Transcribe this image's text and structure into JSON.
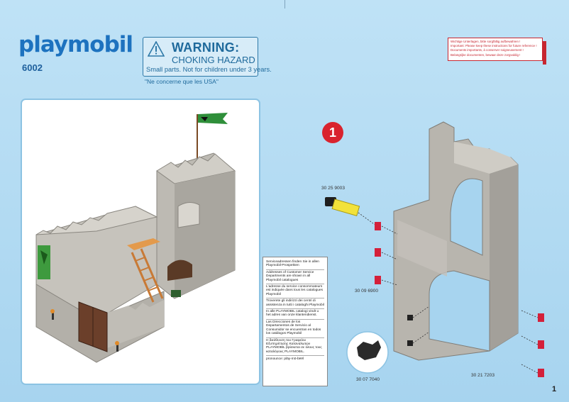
{
  "brand": {
    "logo_text": "playmobil",
    "model_number": "6002",
    "logo_color": "#1d72bf"
  },
  "warning": {
    "title": "WARNING:",
    "subtitle": "CHOKING HAZARD",
    "detail": "Small parts. Not for children under 3 years.",
    "usa_note": "\"Ne concerne que les USA\""
  },
  "notice": {
    "lines": [
      "Wichtige Unterlagen, bitte sorgfältig aufbewahren !",
      "Important: Please keep these instructions for future reference !",
      "Documents importants, à conserver soigneusement !",
      "Belangrijke documenten, bewaar deze zorgvuldig !"
    ]
  },
  "service": {
    "blocks": [
      "Serviceadressen finden Sie in allen Playmobil-Prospekten",
      "Addresses of Customer Service Departments are shown in all Playmobil catalogues",
      "L'adresse du service consommateurs est indiquée dans tous les catalogues Playmobil",
      "Troverete gli indirizzi dei centri di assistenza in tutti i cataloghi Playmobil",
      "In alle PLAYMOBIL catalogi vindt u het adres van onze klantendienst.",
      "Las Direcciones de los Departamentos de Servicio al Consumidor se encuentran en todos los catálogos Playmobil",
      "Η διεύθυνση του Γραφείου Εξυπηρέτησης Καταναλωτών PLAYMOBIL βρίσκεται σε όλους τους καταλόγους PLAYMOBIL."
    ],
    "pronounce": "pronounce: plāy-mō-bēēl"
  },
  "step": {
    "number": "1"
  },
  "parts": {
    "cannon": "30 25 9003",
    "red_peg": "30 09 6900",
    "black_clip": "30 07 7040",
    "wall": "30 21 7203"
  },
  "page_number": "1",
  "colors": {
    "accent_red": "#d9232e",
    "background": "#a7d4ef",
    "stone": "#b8b5ae"
  }
}
